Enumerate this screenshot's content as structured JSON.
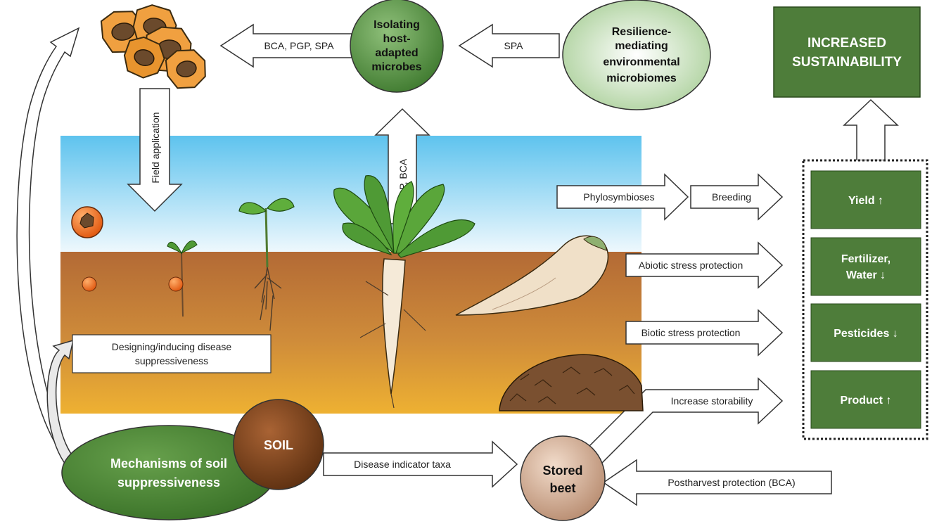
{
  "circles": {
    "isolating": [
      "Isolating",
      "host-",
      "adapted",
      "microbes"
    ],
    "resilience": [
      "Resilience-",
      "mediating",
      "environmental",
      "microbiomes"
    ],
    "mechanisms": [
      "Mechanisms of soil",
      "suppressiveness"
    ],
    "soil": "SOIL",
    "stored_beet": [
      "Stored",
      "beet"
    ]
  },
  "arrows": {
    "bca_pgp_spa": "BCA, PGP, SPA",
    "spa": "SPA",
    "field_application": "Field application",
    "pgp_bca": "PGP, BCA",
    "phylosymbioses": "Phylosymbioses",
    "breeding": "Breeding",
    "abiotic": "Abiotic stress protection",
    "biotic": "Biotic stress protection",
    "storability": "Increase storability",
    "disease_indicator": "Disease indicator taxa",
    "postharvest": "Postharvest protection (BCA)"
  },
  "designing_box": [
    "Designing/inducing disease",
    "suppressiveness"
  ],
  "sustainability": [
    "INCREASED",
    "SUSTAINABILITY"
  ],
  "outcomes": {
    "yield": [
      "Yield ↑"
    ],
    "fertilizer_water": [
      "Fertilizer,",
      "Water ↓"
    ],
    "pesticides": [
      "Pesticides ↓"
    ],
    "product": [
      "Product ↑"
    ]
  },
  "colors": {
    "green_box": "#4e7d3a",
    "green_circle": "#5c8f47",
    "soil_brown": "#8a4a1c",
    "beet_pink": "#d7b9a3"
  }
}
